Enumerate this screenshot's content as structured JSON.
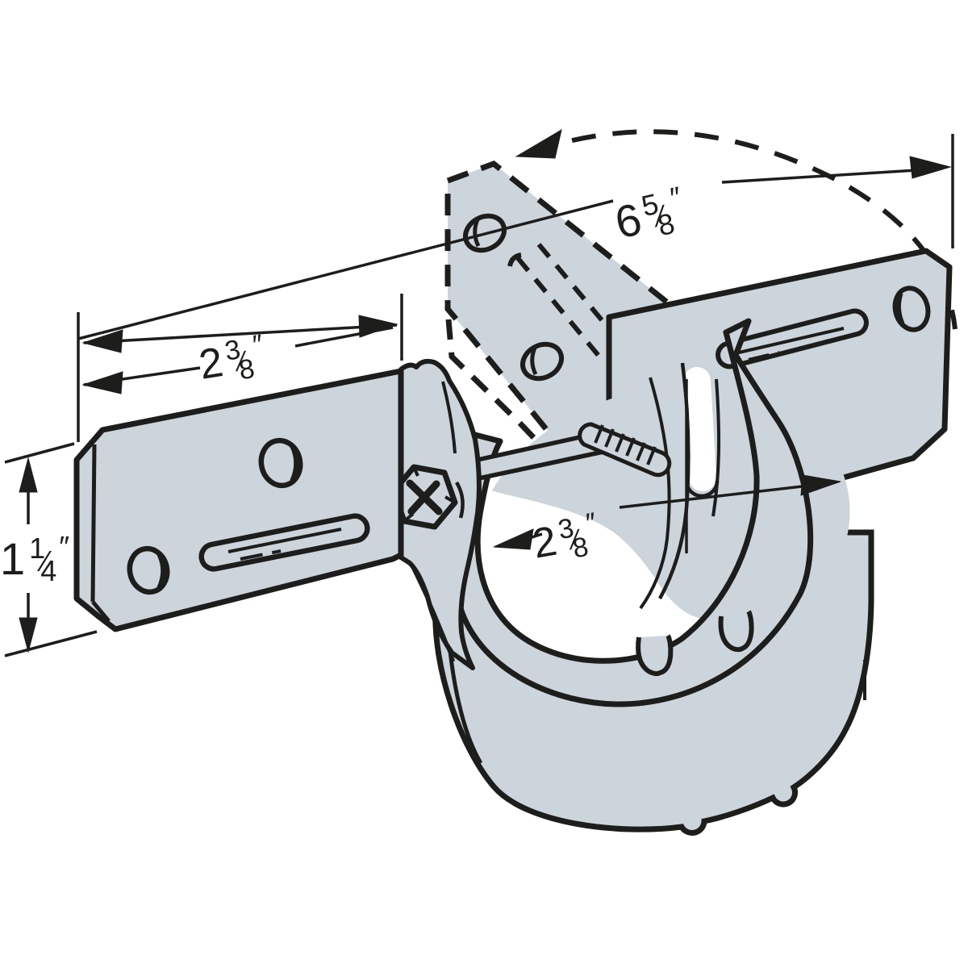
{
  "colors": {
    "background": "#ffffff",
    "line": "#1d1d1b",
    "fill": "#ccd4dc"
  },
  "dimensions": {
    "overall_width": {
      "whole": "6",
      "numerator": "5",
      "slash": "⁄",
      "denominator": "8",
      "unit": "″",
      "label": "6 5/8 inch overall width"
    },
    "plate_width": {
      "whole": "2",
      "numerator": "3",
      "slash": "⁄",
      "denominator": "8",
      "unit": "″",
      "label": "2 3/8 inch flange plate width"
    },
    "plate_height": {
      "whole": "1",
      "numerator": "1",
      "slash": "⁄",
      "denominator": "4",
      "unit": "″",
      "label": "1 1/4 inch flange plate height"
    },
    "post_diameter": {
      "whole": "2",
      "numerator": "3",
      "slash": "⁄",
      "denominator": "8",
      "unit": "″",
      "label": "2 3/8 inch post diameter"
    }
  }
}
